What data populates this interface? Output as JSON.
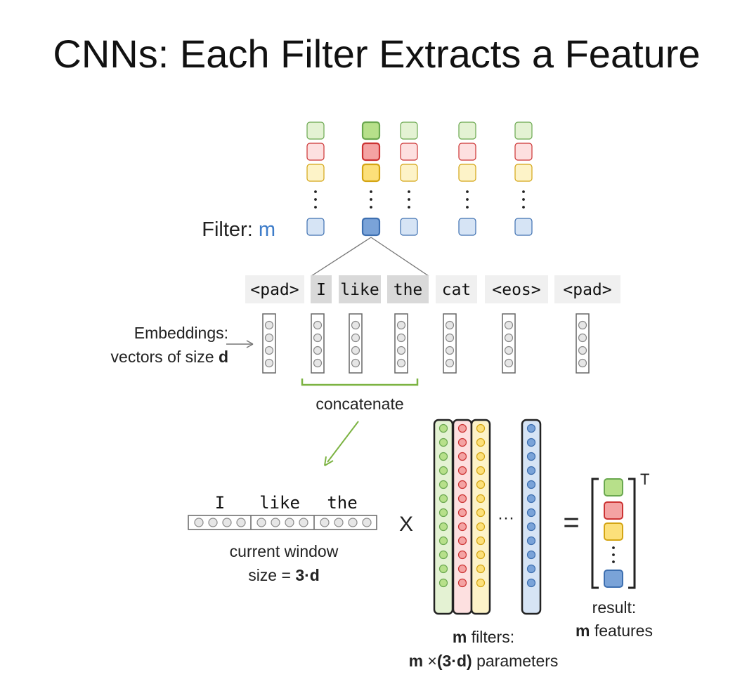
{
  "title": "CNNs: Each Filter Extracts a Feature",
  "filter_label": {
    "prefix": "Filter: ",
    "var": "m"
  },
  "tokens": [
    "<pad>",
    "I",
    "like",
    "the",
    "cat",
    "<eos>",
    "<pad>"
  ],
  "embeddings_label": {
    "line1": "Embeddings:",
    "line2_prefix": "vectors of size ",
    "line2_var": "d"
  },
  "concat_label": "concatenate",
  "window_words": [
    "I",
    "like",
    "the"
  ],
  "window_caption": {
    "line1": "current window",
    "line2_prefix": "size = ",
    "line2_value": "3·d"
  },
  "multiply_sign": "X",
  "ellipsis": "···",
  "equals_sign": "=",
  "transpose": "T",
  "filters_caption": {
    "line1_var": "m",
    "line1_rest": " filters:",
    "line2_var": "m",
    "line2_mid": " ×",
    "line2_bold": "(3·d)",
    "line2_rest": " parameters"
  },
  "result_caption": {
    "line1": "result:",
    "line2_var": "m",
    "line2_rest": " features"
  },
  "colors": {
    "green": "#b7e08a",
    "green_light": "#e4f2d3",
    "green_stroke": "#6aa84f",
    "red": "#f4a3a3",
    "red_light": "#fde0e0",
    "red_stroke": "#cc3333",
    "yellow": "#fce07a",
    "yellow_light": "#fdf3c8",
    "yellow_stroke": "#d4a514",
    "blue": "#7aa3d8",
    "blue_light": "#d6e4f5",
    "blue_stroke": "#3d6fb0",
    "accent_blue": "#3d7cc9",
    "concat_bracket": "#7cb342",
    "token_bg": "#f0f0f0",
    "token_bg_selected": "#d9d9d9"
  }
}
